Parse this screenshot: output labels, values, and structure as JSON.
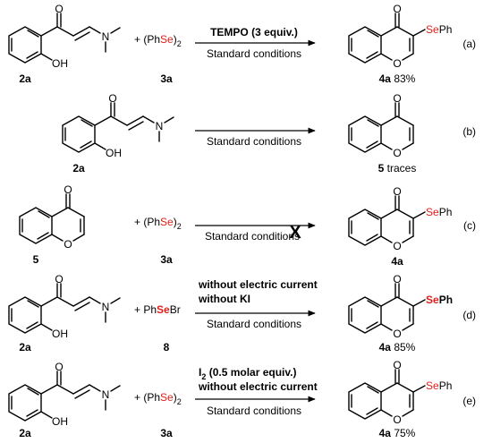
{
  "rows": [
    {
      "reactant1_label": "2a",
      "plus": "+",
      "reagent": {
        "pre": "(Ph",
        "se": "Se",
        "post": ")",
        "sub": "2"
      },
      "reagent_label": "3a",
      "cond_top": "TEMPO (3 equiv.)",
      "cond_bottom": "Standard conditions",
      "product_label": "4a",
      "product_yield": "83%",
      "product_group": "SePh",
      "tag": "(a)"
    },
    {
      "reactant1_label": "2a",
      "cond_bottom": "Standard conditions",
      "product_label": "5",
      "product_note": "traces",
      "tag": "(b)"
    },
    {
      "reactant1_label": "5",
      "plus": "+",
      "reagent": {
        "pre": "(Ph",
        "se": "Se",
        "post": ")",
        "sub": "2"
      },
      "reagent_label": "3a",
      "cond_bottom": "Standard conditions",
      "blocked_mark": "X",
      "product_label": "4a",
      "product_group": "SePh",
      "tag": "(c)"
    },
    {
      "reactant1_label": "2a",
      "plus": "+",
      "reagent": {
        "pre": "Ph",
        "se": "Se",
        "post": "Br"
      },
      "reagent_label": "8",
      "cond_top1": "without electric current",
      "cond_top2": "without KI",
      "cond_bottom": "Standard conditions",
      "product_label": "4a",
      "product_yield": "85%",
      "product_group": "SePh",
      "tag": "(d)"
    },
    {
      "reactant1_label": "2a",
      "plus": "+",
      "reagent": {
        "pre": "(Ph",
        "se": "Se",
        "post": ")",
        "sub": "2"
      },
      "reagent_label": "3a",
      "cond_top1_main": "I",
      "cond_top1_sub": "2",
      "cond_top1_rest": " (0.5 molar equiv.)",
      "cond_top2": "without electric current",
      "cond_bottom": "Standard conditions",
      "product_label": "4a",
      "product_yield": "75%",
      "product_group": "SePh",
      "tag": "(e)"
    }
  ],
  "atoms": {
    "O": "O",
    "OH": "OH",
    "N": "N"
  }
}
